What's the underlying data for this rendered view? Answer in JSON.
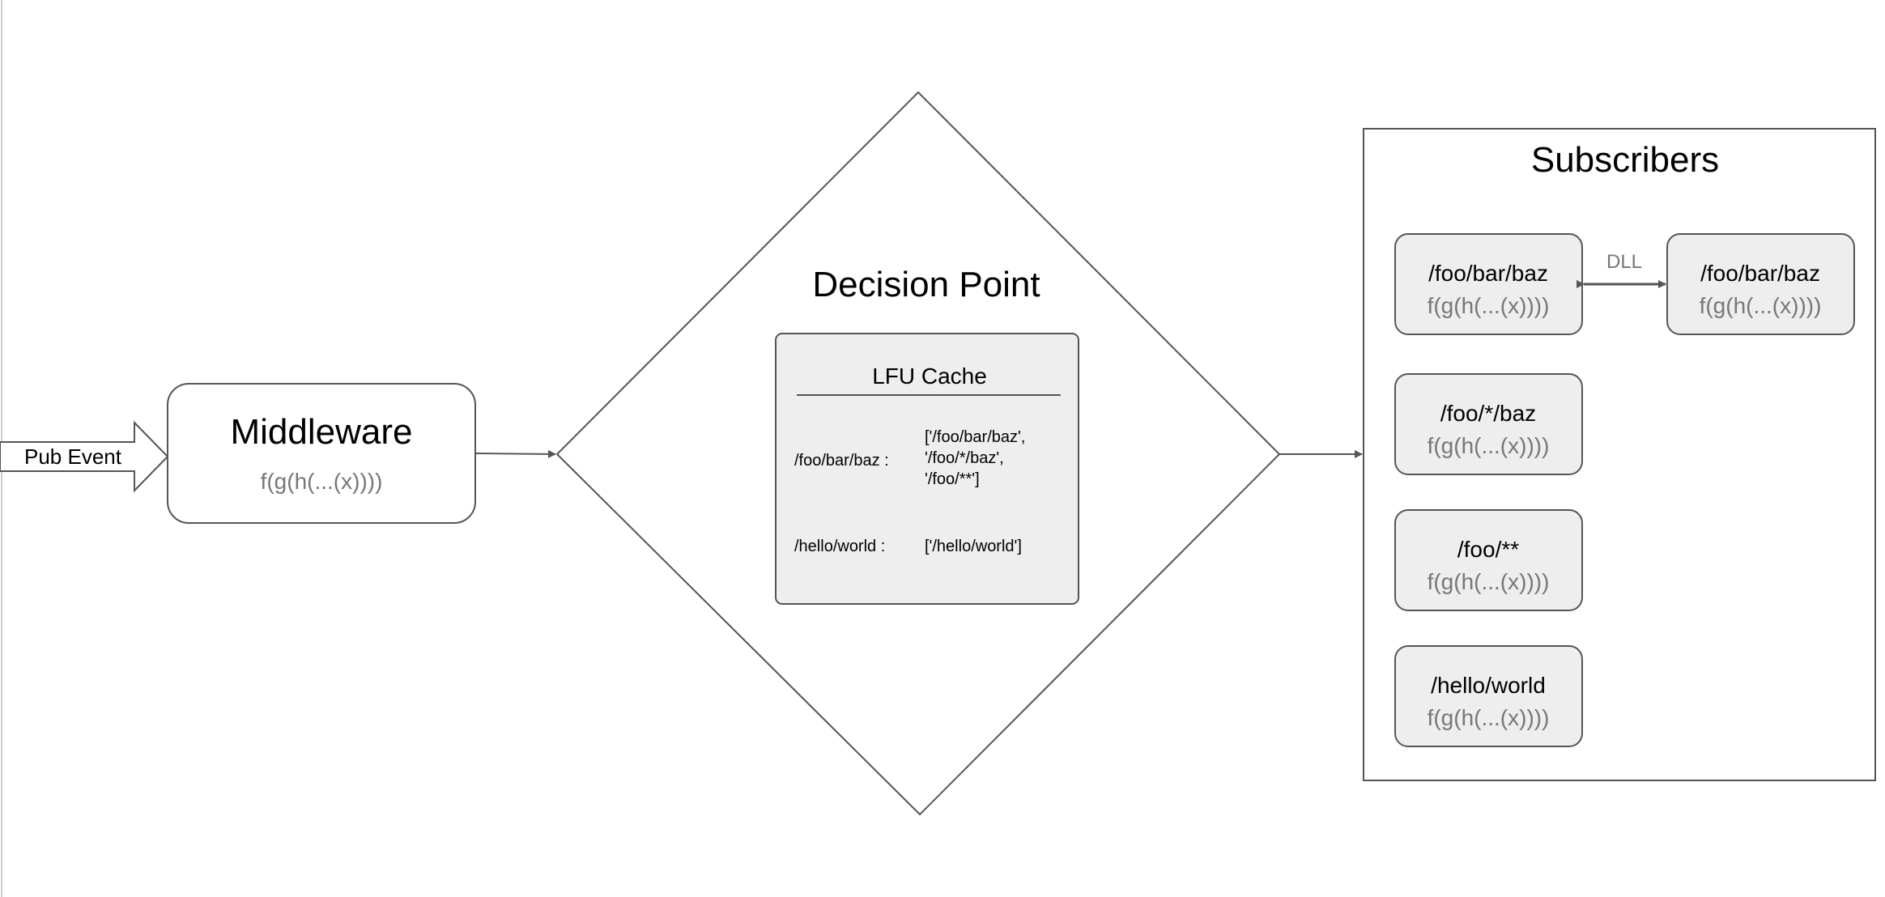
{
  "pub_event": {
    "label": "Pub Event"
  },
  "middleware": {
    "title": "Middleware",
    "func": "f(g(h(...(x))))"
  },
  "decision_point": {
    "title": "Decision Point",
    "cache": {
      "title": "LFU Cache",
      "rows": [
        {
          "key": "/foo/bar/baz :",
          "values": [
            "['/foo/bar/baz',",
            "'/foo/*/baz',",
            "'/foo/**']"
          ]
        },
        {
          "key": "/hello/world :",
          "values": [
            "['/hello/world']"
          ]
        }
      ]
    }
  },
  "subscribers": {
    "title": "Subscribers",
    "dll_label": "DLL",
    "items": [
      {
        "path": "/foo/bar/baz",
        "func": "f(g(h(...(x))))"
      },
      {
        "path": "/foo/bar/baz",
        "func": "f(g(h(...(x))))"
      },
      {
        "path": "/foo/*/baz",
        "func": "f(g(h(...(x))))"
      },
      {
        "path": "/foo/**",
        "func": "f(g(h(...(x))))"
      },
      {
        "path": "/hello/world",
        "func": "f(g(h(...(x))))"
      }
    ]
  },
  "colors": {
    "stroke": "#555555",
    "box_fill": "#eeeeee",
    "text": "#000000",
    "func_text": "#777777"
  }
}
